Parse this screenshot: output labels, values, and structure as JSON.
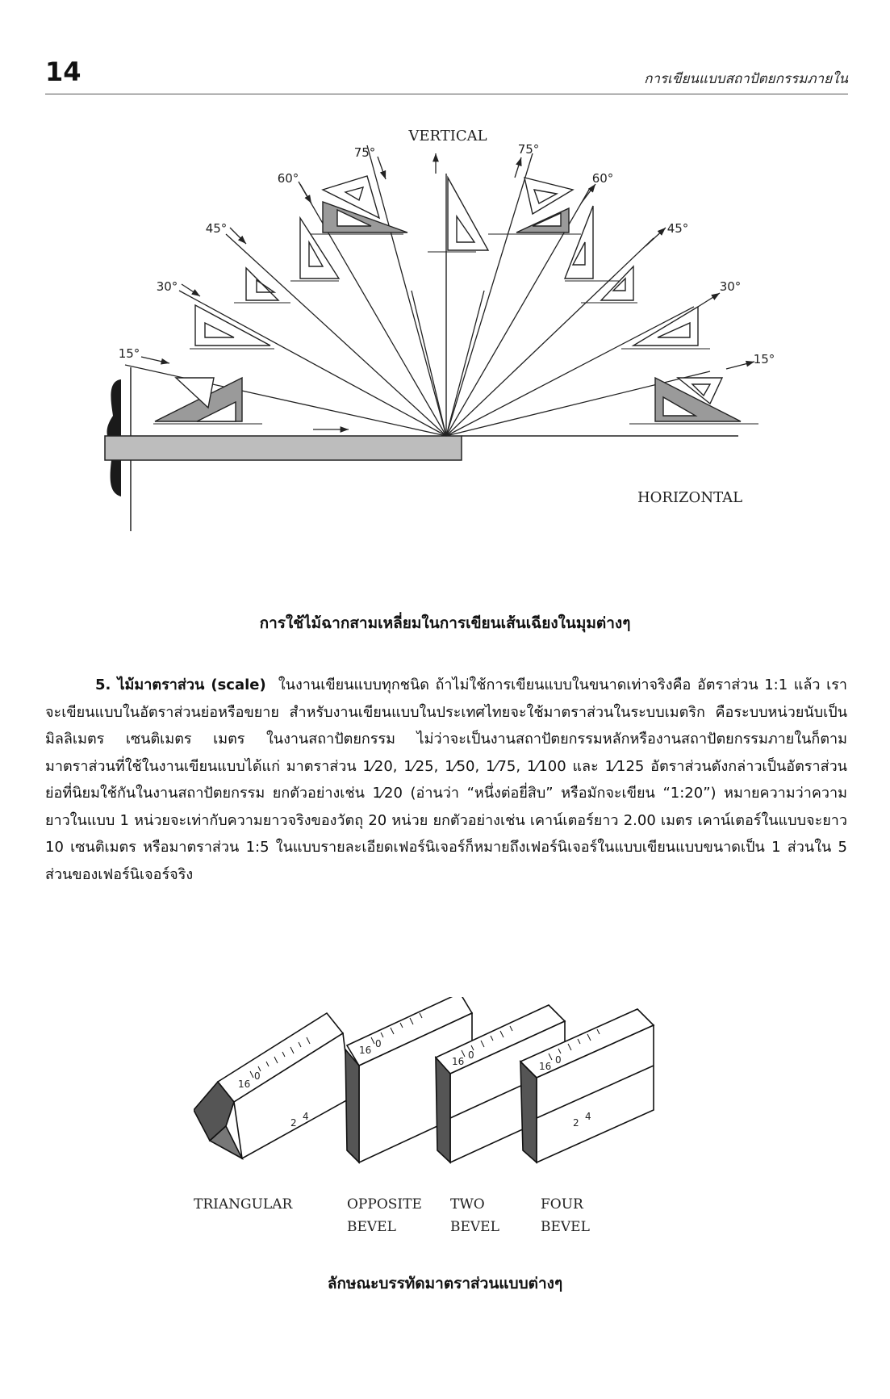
{
  "header": {
    "page_number": "14",
    "running_title": "การเขียนแบบสถาปัตยกรรมภายใน"
  },
  "figure1": {
    "vertical_label": "VERTICAL",
    "horizontal_label": "HORIZONTAL",
    "angles_left": [
      "15°",
      "30°",
      "45°",
      "60°",
      "75°"
    ],
    "angles_right": [
      "75°",
      "60°",
      "45°",
      "30°",
      "15°"
    ],
    "caption": "การใช้ไม้ฉากสามเหลี่ยมในการเขียนเส้นเฉียงในมุมต่างๆ"
  },
  "body": {
    "heading": "5. ไม้มาตราส่วน (scale)",
    "paragraph": "ในงานเขียนแบบทุกชนิด ถ้าไม่ใช้การเขียนแบบในขนาดเท่าจริงคือ อัตราส่วน 1:1 แล้ว เราจะเขียนแบบในอัตราส่วนย่อหรือขยาย สำหรับงานเขียนแบบในประเทศไทยจะใช้มาตราส่วนในระบบเมตริก คือระบบหน่วยนับเป็นมิลลิเมตร เซนติเมตร เมตร ในงานสถาปัตยกรรม ไม่ว่าจะเป็นงานสถาปัตยกรรมหลักหรืองานสถาปัตยกรรมภายในก็ตาม มาตราส่วนที่ใช้ในงานเขียนแบบได้แก่ มาตราส่วน 1⁄20, 1⁄25, 1⁄50, 1⁄75, 1⁄100 และ 1⁄125 อัตราส่วนดังกล่าวเป็นอัตราส่วนย่อที่นิยมใช้กันในงานสถาปัตยกรรม ยกตัวอย่างเช่น 1⁄20 (อ่านว่า “หนึ่งต่อยี่สิบ” หรือมักจะเขียน “1:20”) หมายความว่าความยาวในแบบ 1 หน่วยจะเท่ากับความยาวจริงของวัตถุ 20 หน่วย ยกตัวอย่างเช่น เคาน์เตอร์ยาว 2.00 เมตร เคาน์เตอร์ในแบบจะยาว 10 เซนติเมตร หรือมาตราส่วน 1:5 ในแบบรายละเอียดเฟอร์นิเจอร์ก็หมายถึงเฟอร์นิเจอร์ในแบบเขียนแบบขนาดเป็น 1 ส่วนใน 5 ส่วนของเฟอร์นิเจอร์จริง"
  },
  "figure2": {
    "scales": [
      {
        "line1": "TRIANGULAR",
        "line2": ""
      },
      {
        "line1": "OPPOSITE",
        "line2": "BEVEL"
      },
      {
        "line1": "TWO",
        "line2": "BEVEL"
      },
      {
        "line1": "FOUR",
        "line2": "BEVEL"
      }
    ],
    "scale_marks": [
      "16",
      "0",
      "2",
      "4"
    ],
    "caption": "ลักษณะบรรทัดมาตราส่วนแบบต่างๆ"
  }
}
